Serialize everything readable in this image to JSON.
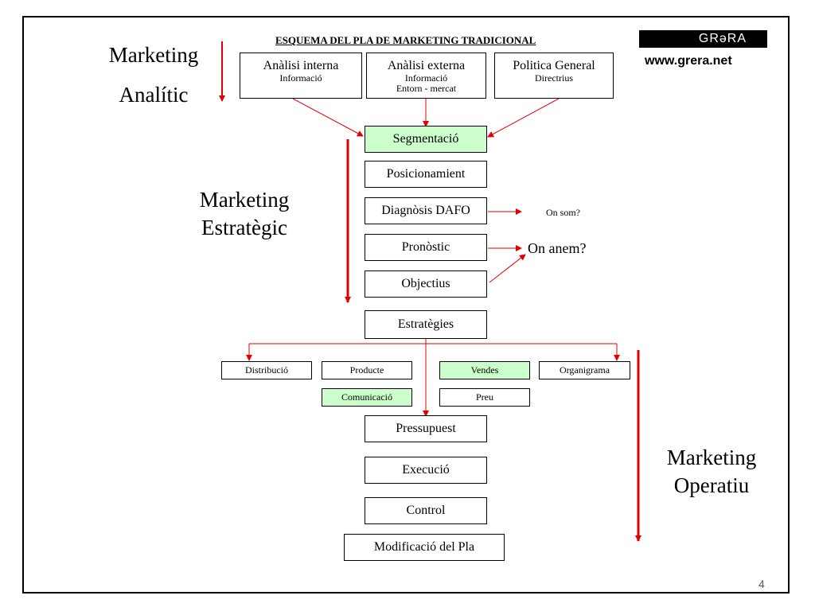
{
  "slide": {
    "title": "ESQUEMA DEL PLA DE MARKETING TRADICIONAL",
    "page_number": "4"
  },
  "logo": {
    "text": "GRəRA",
    "url": "www.grera.net"
  },
  "side_labels": {
    "analitic_1": "Marketing",
    "analitic_2": "Analític",
    "estrategic_1": "Marketing",
    "estrategic_2": "Estratègic",
    "operatiu_1": "Marketing",
    "operatiu_2": "Operatiu"
  },
  "top_boxes": [
    {
      "label": "Anàlisi interna",
      "sub1": "Informació",
      "sub2": ""
    },
    {
      "label": "Anàlisi externa",
      "sub1": "Informació",
      "sub2": "Entorn - mercat"
    },
    {
      "label": "Politica General",
      "sub1": "Directrius",
      "sub2": ""
    }
  ],
  "flow": {
    "segmentacio": "Segmentació",
    "posicionament": "Posicionamient",
    "dafo": "Diagnòsis DAFO",
    "pronostic": "Pronòstic",
    "objectius": "Objectius",
    "estrategies": "Estratègies",
    "pressupuest": "Pressupuest",
    "execucio": "Execució",
    "control": "Control",
    "modificacio": "Modificació del Pla"
  },
  "questions": {
    "on_som": "On som?",
    "on_anem": "On anem?"
  },
  "strategies": {
    "distribucio": "Distribució",
    "producte": "Producte",
    "vendes": "Vendes",
    "organigrama": "Organigrama",
    "comunicacio": "Comunicació",
    "preu": "Preu"
  },
  "colors": {
    "arrow": "#e00000",
    "highlight": "#ccffcc",
    "frame": "#000000"
  }
}
